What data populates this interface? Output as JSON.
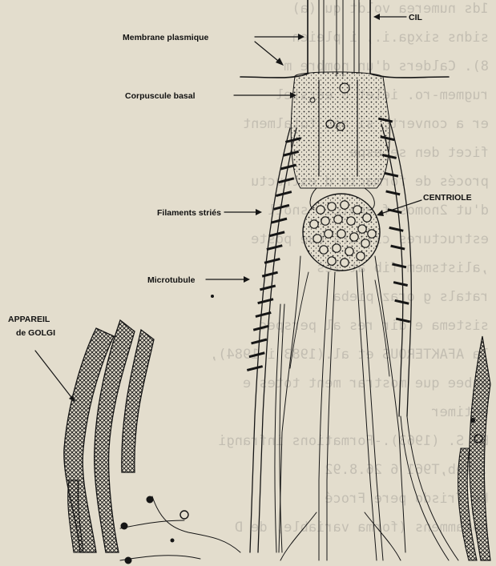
{
  "figure": {
    "labels": {
      "cil": "CIL",
      "membrane": "Membrane plasmique",
      "corpuscule": "Corpuscule basal",
      "centriole": "CENTRIOLE",
      "filaments": "Filaments striés",
      "microtubule": "Microtubule",
      "golgi_line1": "APPAREIL",
      "golgi_line2": "de GOLGI"
    },
    "ink_color": "#151515",
    "paper_color": "#e3ddcd"
  },
  "background_text": [
    "1ds numerea voldt qu (a)",
    "sidns sixga.i., i pleien",
    "8). Calders d'un nombre m",
    "rugmem-ro. ielet o eerstel",
    "er a convert, si nòn totalment",
    "ficet den   se espe",
    "    procés de formació d estructu",
    "d'ut  2nomos f enolcis snoll",
    "   estructures cilíars que poste",
    "    ,alistsmem  fib at ies",
    "   ratals g   oraz pieba",
    "   sistema e       dir res al perspec",
    "     la AFAKTEROUS et al.(1983 i 1984),",
    "  aubee que mostrar   ment totes e",
    "        eqtimer",
    "      B. S.        (1963).-Formations infrangi",
    "        .-Teb,T961 6 26.8.92",
    "   Le  Trisdo   pere   Frocé",
    "                 notammens (forma variable, de D"
  ]
}
